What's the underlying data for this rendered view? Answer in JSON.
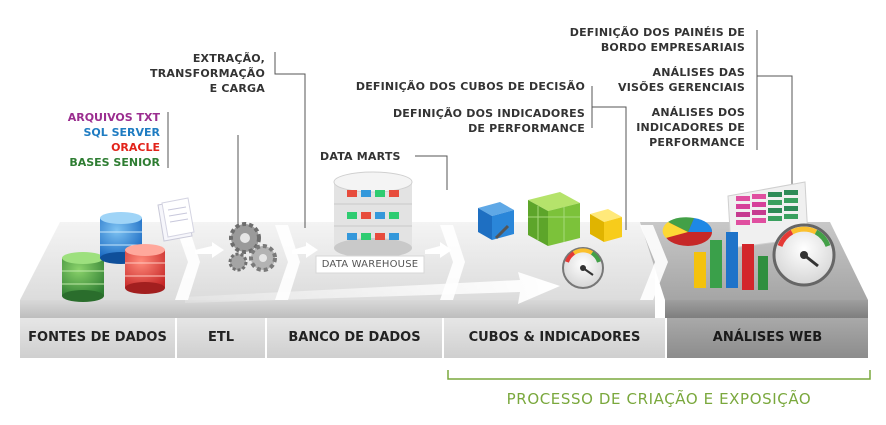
{
  "sources": {
    "items": [
      {
        "label": "ARQUIVOS TXT",
        "color": "#9b2d8f"
      },
      {
        "label": "SQL SERVER",
        "color": "#1f7cc2"
      },
      {
        "label": "ORACLE",
        "color": "#e2231a"
      },
      {
        "label": "BASES SENIOR",
        "color": "#2e7d32"
      }
    ]
  },
  "annotations": {
    "etl": [
      "EXTRAÇÃO,",
      "TRANSFORMAÇÃO",
      "E CARGA"
    ],
    "data_marts": "DATA MARTS",
    "cubes": "DEFINIÇÃO DOS CUBOS DE DECISÃO",
    "indicators": [
      "DEFINIÇÃO DOS INDICADORES",
      "DE PERFORMANCE"
    ],
    "dashboards": [
      "DEFINIÇÃO DOS PAINÉIS DE",
      "BORDO EMPRESARIAIS"
    ],
    "management_views": [
      "ANÁLISES DAS",
      "VISÕES GERENCIAIS"
    ],
    "performance_analysis": [
      "ANÁLISES DOS",
      "INDICADORES DE",
      "PERFORMANCE"
    ]
  },
  "data_warehouse_label": "DATA WAREHOUSE",
  "stages": [
    {
      "label": "FONTES DE DADOS"
    },
    {
      "label": "ETL"
    },
    {
      "label": "BANCO DE DADOS"
    },
    {
      "label": "CUBOS & INDICADORES"
    },
    {
      "label": "ANÁLISES WEB"
    }
  ],
  "process_label": "PROCESSO DE CRIAÇÃO E EXPOSIÇÃO",
  "colors": {
    "accent_green": "#7aa83d",
    "stage_light": "#e8e8e8",
    "stage_dark": "#9a9a9a"
  }
}
